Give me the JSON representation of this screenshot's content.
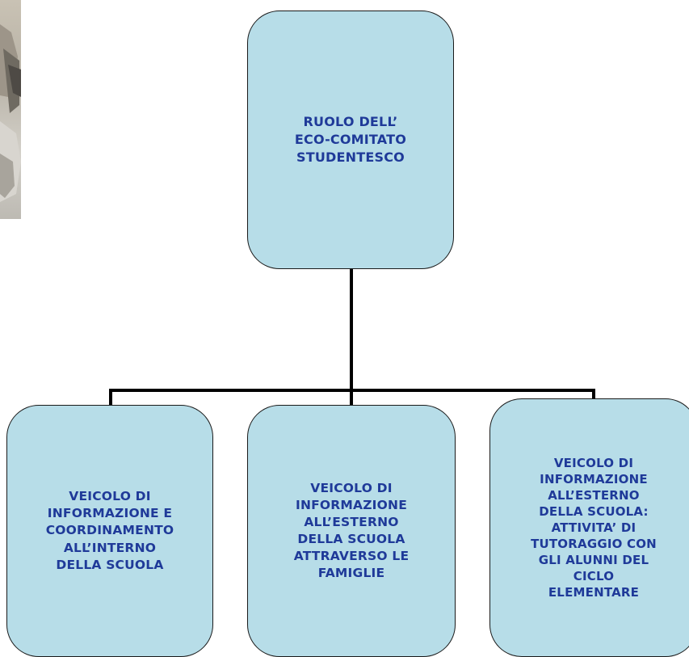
{
  "colors": {
    "box_fill": "#b7dde8",
    "box_border": "#1a1a1a",
    "text": "#1f3a99",
    "connector": "#000000"
  },
  "diagram": {
    "type": "org-chart",
    "root": {
      "label": "RUOLO DELL’\nECO-COMITATO\nSTUDENTESCO"
    },
    "children": [
      {
        "label": "VEICOLO DI\nINFORMAZIONE E\nCOORDINAMENTO\nALL’INTERNO\nDELLA SCUOLA"
      },
      {
        "label": "VEICOLO DI\nINFORMAZIONE\nALL’ESTERNO\nDELLA SCUOLA\nATTRAVERSO LE\nFAMIGLIE"
      },
      {
        "label": "VEICOLO DI\nINFORMAZIONE\nALL’ESTERNO\nDELLA SCUOLA:\nATTIVITA’ DI\nTUTORAGGIO CON\nGLI ALUNNI DEL\nCICLO\nELEMENTARE"
      }
    ]
  },
  "photo_fragment": {
    "icon": "photo-edge"
  }
}
